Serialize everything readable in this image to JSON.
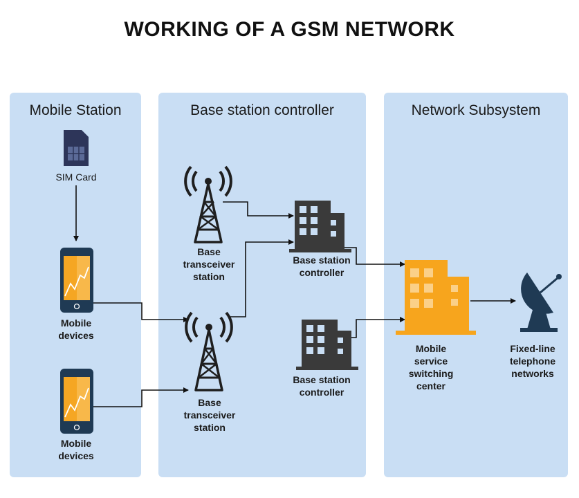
{
  "title": "WORKING OF A GSM NETWORK",
  "colors": {
    "panel": "#c9def4",
    "device_dark": "#1f3a54",
    "device_screen": "#f5a623",
    "tower": "#1f1f1f",
    "building_dark": "#3a3a3a",
    "building_orange": "#f7a51d",
    "sim": "#2d3559",
    "connector": "#111111"
  },
  "panels": [
    {
      "id": "mobile-station",
      "title": "Mobile Station"
    },
    {
      "id": "base-station-controller",
      "title": "Base station controller"
    },
    {
      "id": "network-subsystem",
      "title": "Network Subsystem"
    }
  ],
  "nodes": {
    "sim_card": {
      "label": "SIM Card",
      "icon": "sim-card-icon"
    },
    "mobile_device_1": {
      "label_line1": "Mobile",
      "label_line2": "devices",
      "icon": "smartphone-icon"
    },
    "mobile_device_2": {
      "label_line1": "Mobile",
      "label_line2": "devices",
      "icon": "smartphone-icon"
    },
    "bts_1": {
      "label_line1": "Base",
      "label_line2": "transceiver",
      "label_line3": "station",
      "icon": "radio-tower-icon"
    },
    "bts_2": {
      "label_line1": "Base",
      "label_line2": "transceiver",
      "label_line3": "station",
      "icon": "radio-tower-icon"
    },
    "bsc_1": {
      "label_line1": "Base station",
      "label_line2": "controller",
      "icon": "building-icon"
    },
    "bsc_2": {
      "label_line1": "Base station",
      "label_line2": "controller",
      "icon": "building-icon"
    },
    "msc": {
      "label_line1": "Mobile",
      "label_line2": "service",
      "label_line3": "switching",
      "label_line4": "center",
      "icon": "building-icon"
    },
    "fixed_line": {
      "label_line1": "Fixed-line",
      "label_line2": "telephone",
      "label_line3": "networks",
      "icon": "satellite-dish-icon"
    }
  },
  "connections": [
    {
      "from": "sim_card",
      "to": "mobile_device_1"
    },
    {
      "from": "mobile_device_1",
      "to": "bts_2"
    },
    {
      "from": "mobile_device_2",
      "to": "bts_2"
    },
    {
      "from": "bts_1",
      "to": "bsc_1"
    },
    {
      "from": "bts_2",
      "to": "bsc_1"
    },
    {
      "from": "bsc_1",
      "to": "msc"
    },
    {
      "from": "bsc_2",
      "to": "msc"
    },
    {
      "from": "msc",
      "to": "fixed_line"
    }
  ]
}
